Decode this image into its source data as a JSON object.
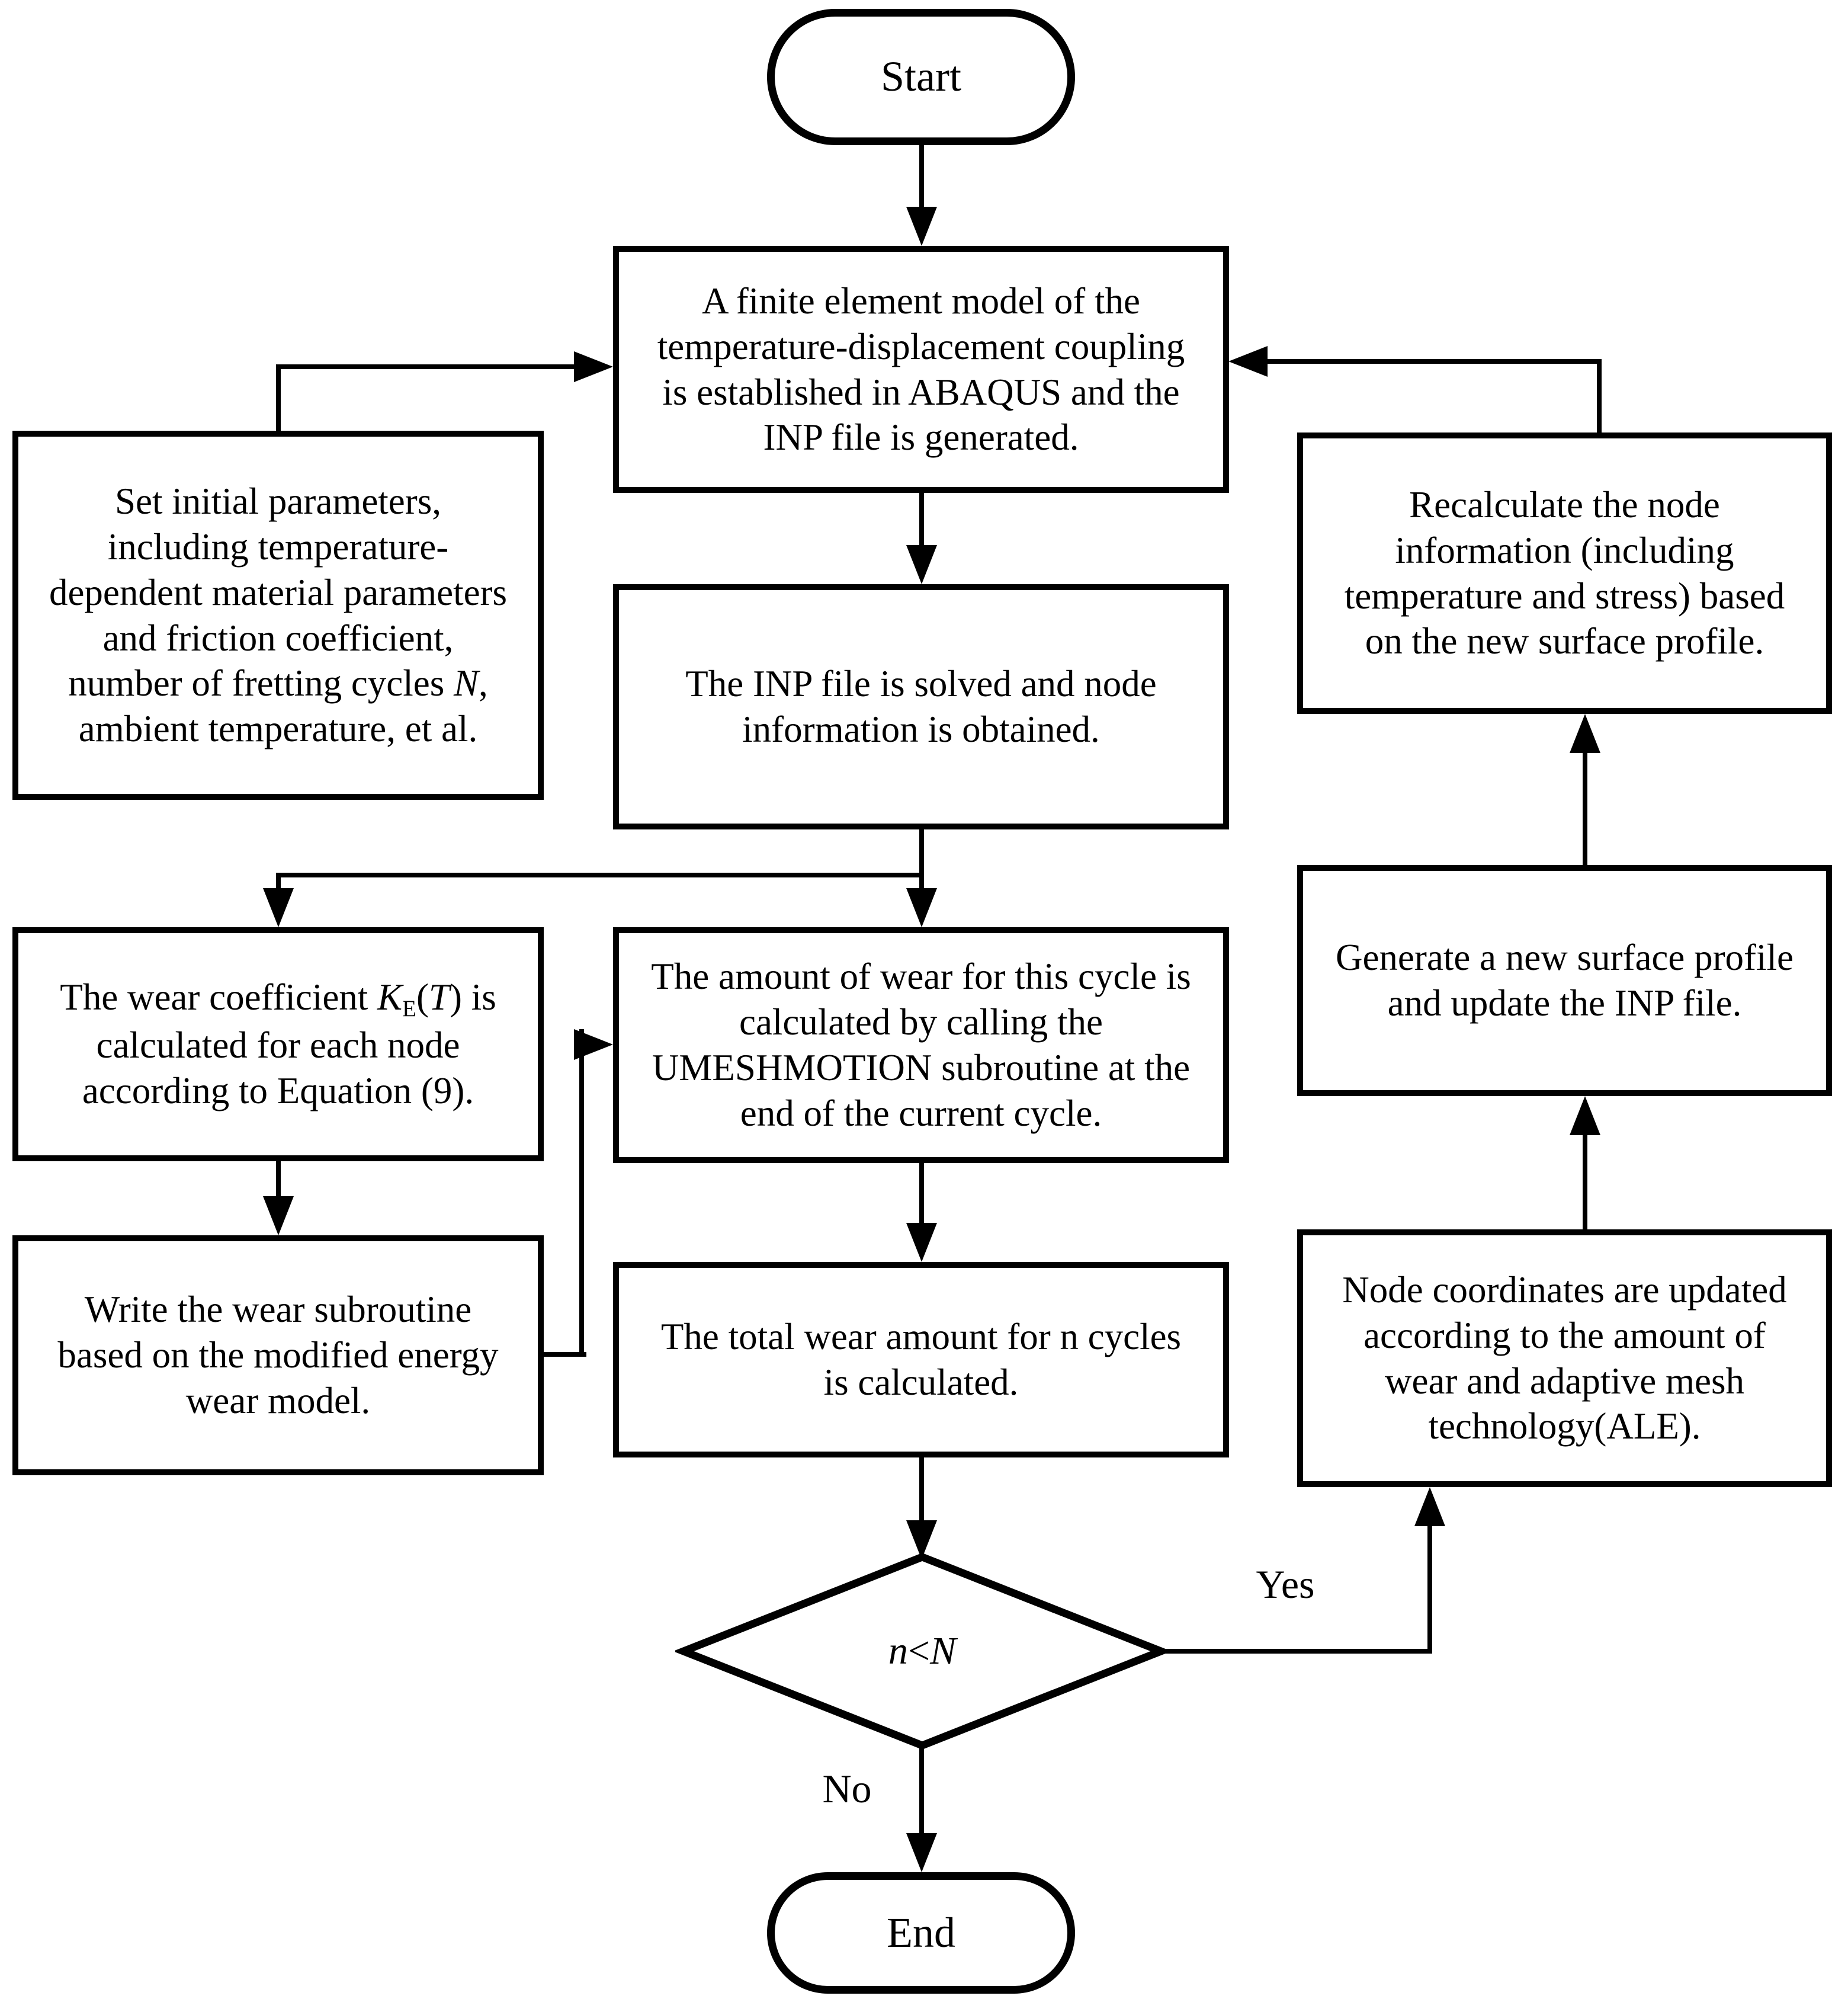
{
  "diagram": {
    "background": "#ffffff",
    "line_color": "#000000",
    "nodes": {
      "start": {
        "type": "terminal",
        "label": "Start"
      },
      "fe_model": {
        "type": "process",
        "lines": [
          [
            {
              "t": "A finite element model of the"
            }
          ],
          [
            {
              "t": "temperature-displacement coupling"
            }
          ],
          [
            {
              "t": "is established in ABAQUS and the"
            }
          ],
          [
            {
              "t": "INP file is generated."
            }
          ]
        ]
      },
      "set_params": {
        "type": "process",
        "lines": [
          [
            {
              "t": "Set initial parameters,"
            }
          ],
          [
            {
              "t": "including temperature-"
            }
          ],
          [
            {
              "t": "dependent material parameters"
            }
          ],
          [
            {
              "t": "and friction coefficient,"
            }
          ],
          [
            {
              "t": "number of fretting cycles "
            },
            {
              "t": "N",
              "s": "i"
            },
            {
              "t": ","
            }
          ],
          [
            {
              "t": "ambient temperature, et al."
            }
          ]
        ]
      },
      "inp_solved": {
        "type": "process",
        "lines": [
          [
            {
              "t": "The INP file is solved and node"
            }
          ],
          [
            {
              "t": "information is obtained."
            }
          ]
        ]
      },
      "wear_coeff": {
        "type": "process",
        "lines": [
          [
            {
              "t": "The wear coefficient "
            },
            {
              "t": "K",
              "s": "i"
            },
            {
              "t": "E",
              "s": "sub"
            },
            {
              "t": "("
            },
            {
              "t": "T",
              "s": "i"
            },
            {
              "t": ") is"
            }
          ],
          [
            {
              "t": "calculated for each node"
            }
          ],
          [
            {
              "t": "according to Equation (9)."
            }
          ]
        ]
      },
      "write_subroutine": {
        "type": "process",
        "lines": [
          [
            {
              "t": "Write the wear subroutine"
            }
          ],
          [
            {
              "t": "based on the modified energy"
            }
          ],
          [
            {
              "t": "wear model."
            }
          ]
        ]
      },
      "wear_amount": {
        "type": "process",
        "lines": [
          [
            {
              "t": "The amount of wear for this cycle is"
            }
          ],
          [
            {
              "t": "calculated by calling the"
            }
          ],
          [
            {
              "t": "UMESHMOTION subroutine at the"
            }
          ],
          [
            {
              "t": "end of the current cycle."
            }
          ]
        ]
      },
      "total_wear": {
        "type": "process",
        "lines": [
          [
            {
              "t": "The total wear amount for n cycles"
            }
          ],
          [
            {
              "t": "is calculated."
            }
          ]
        ]
      },
      "decision": {
        "type": "decision",
        "lines": [
          [
            {
              "t": "n",
              "s": "i"
            },
            {
              "t": "<"
            },
            {
              "t": "N",
              "s": "i"
            }
          ]
        ]
      },
      "node_coords": {
        "type": "process",
        "lines": [
          [
            {
              "t": "Node coordinates are updated"
            }
          ],
          [
            {
              "t": "according to the amount of"
            }
          ],
          [
            {
              "t": "wear and adaptive mesh"
            }
          ],
          [
            {
              "t": "technology(ALE)."
            }
          ]
        ]
      },
      "generate_profile": {
        "type": "process",
        "lines": [
          [
            {
              "t": "Generate a new surface profile"
            }
          ],
          [
            {
              "t": "and update the INP file."
            }
          ]
        ]
      },
      "recalculate": {
        "type": "process",
        "lines": [
          [
            {
              "t": "Recalculate the node"
            }
          ],
          [
            {
              "t": "information (including"
            }
          ],
          [
            {
              "t": "temperature and stress) based"
            }
          ],
          [
            {
              "t": "on the new surface profile."
            }
          ]
        ]
      },
      "end": {
        "type": "terminal",
        "label": "End"
      }
    },
    "edge_labels": {
      "yes": "Yes",
      "no": "No"
    }
  }
}
